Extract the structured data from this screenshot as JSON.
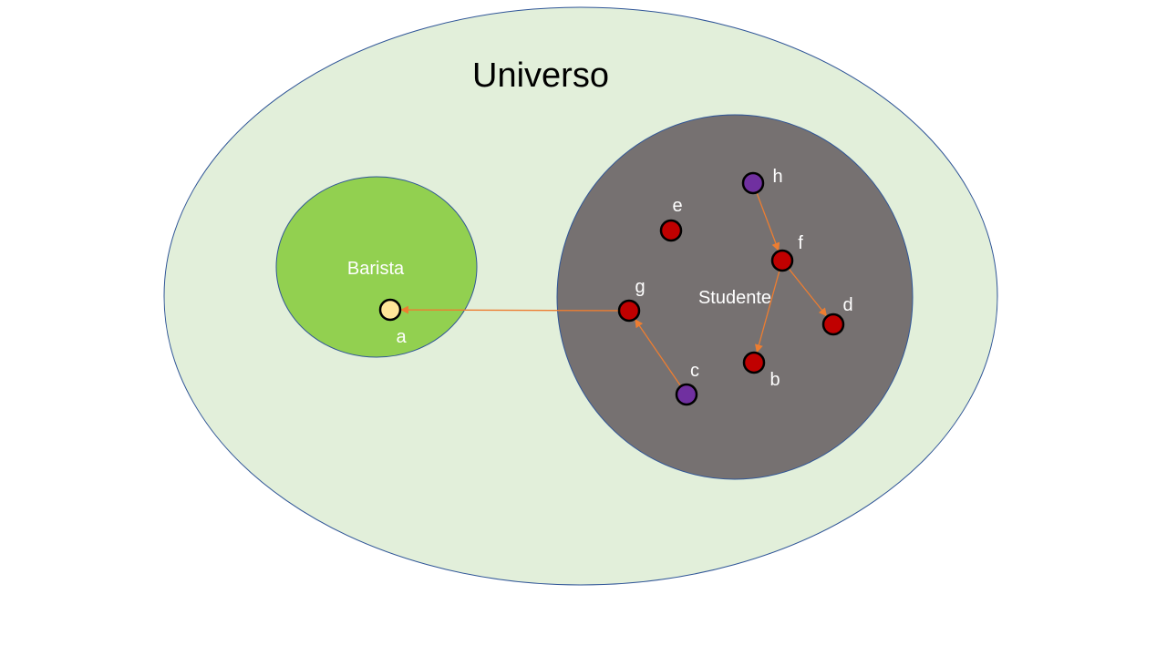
{
  "colors": {
    "universe_fill": "#e2efda",
    "universe_stroke": "#2f5597",
    "barista_fill": "#92d050",
    "barista_stroke": "#2f5597",
    "studente_fill": "#767171",
    "studente_stroke": "#2f5597",
    "node_red": "#c00000",
    "node_purple": "#7030a0",
    "node_yellow": "#ffe699",
    "node_stroke": "#000000",
    "arrow": "#ed7d31",
    "title_text": "#000000",
    "inner_text": "#ffffff"
  },
  "universe": {
    "label": "Universo"
  },
  "barista": {
    "label": "Barista"
  },
  "studente": {
    "label": "Studente"
  },
  "nodes": [
    {
      "id": "a",
      "label": "a",
      "color": "node_yellow",
      "set": "barista"
    },
    {
      "id": "b",
      "label": "b",
      "color": "node_red",
      "set": "studente"
    },
    {
      "id": "c",
      "label": "c",
      "color": "node_purple",
      "set": "studente"
    },
    {
      "id": "d",
      "label": "d",
      "color": "node_red",
      "set": "studente"
    },
    {
      "id": "e",
      "label": "e",
      "color": "node_red",
      "set": "studente"
    },
    {
      "id": "f",
      "label": "f",
      "color": "node_red",
      "set": "studente"
    },
    {
      "id": "g",
      "label": "g",
      "color": "node_red",
      "set": "studente"
    },
    {
      "id": "h",
      "label": "h",
      "color": "node_purple",
      "set": "studente"
    }
  ],
  "edges": [
    {
      "from": "h",
      "to": "f"
    },
    {
      "from": "f",
      "to": "d"
    },
    {
      "from": "f",
      "to": "b"
    },
    {
      "from": "c",
      "to": "g"
    },
    {
      "from": "g",
      "to": "a"
    }
  ]
}
